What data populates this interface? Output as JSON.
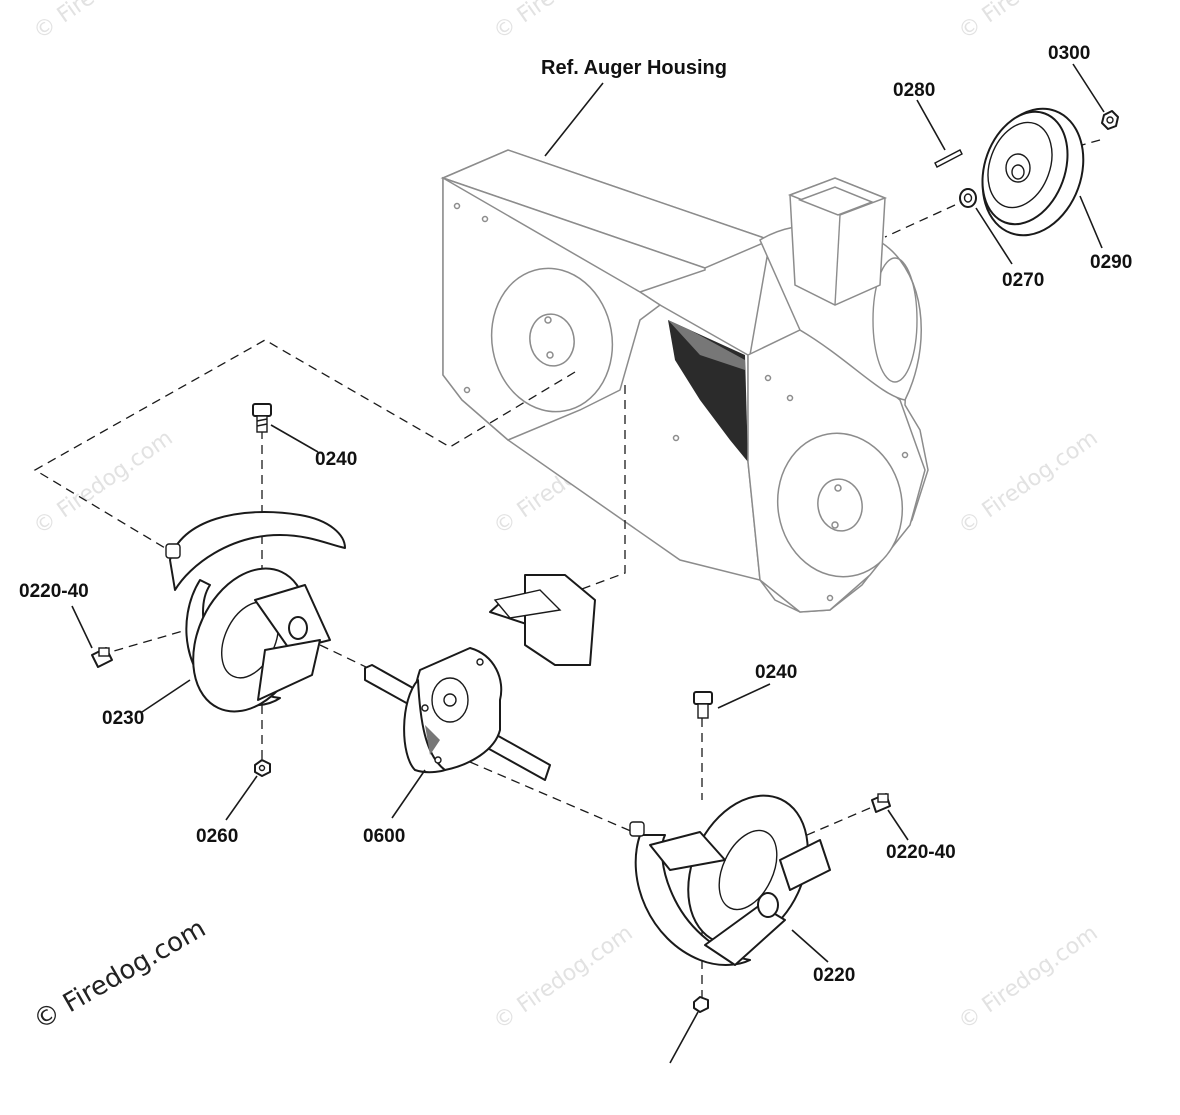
{
  "diagram": {
    "reference_label": "Ref. Auger Housing",
    "callouts": {
      "p0300": "0300",
      "p0280": "0280",
      "p0290": "0290",
      "p0270": "0270",
      "p0240_top": "0240",
      "p0220_40_left": "0220-40",
      "p0230": "0230",
      "p0260": "0260",
      "p0600": "0600",
      "p0240_right": "0240",
      "p0220_40_right": "0220-40",
      "p0220": "0220"
    },
    "watermark": "© Firedog.com",
    "copyright": "© Firedog.com"
  }
}
